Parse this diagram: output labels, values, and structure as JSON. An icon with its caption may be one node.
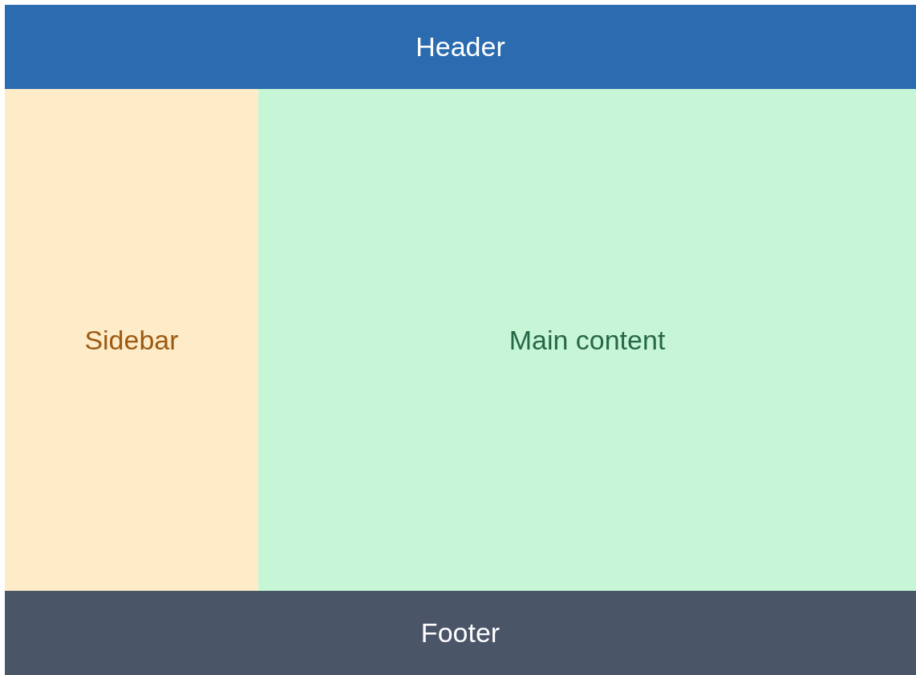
{
  "diagram": {
    "nodes": [
      {
        "text": [
          "Header"
        ]
      },
      {
        "text": [
          "Sidebar"
        ]
      },
      {
        "text": [
          "Main content"
        ]
      },
      {
        "text": [
          "Footer"
        ]
      }
    ]
  }
}
